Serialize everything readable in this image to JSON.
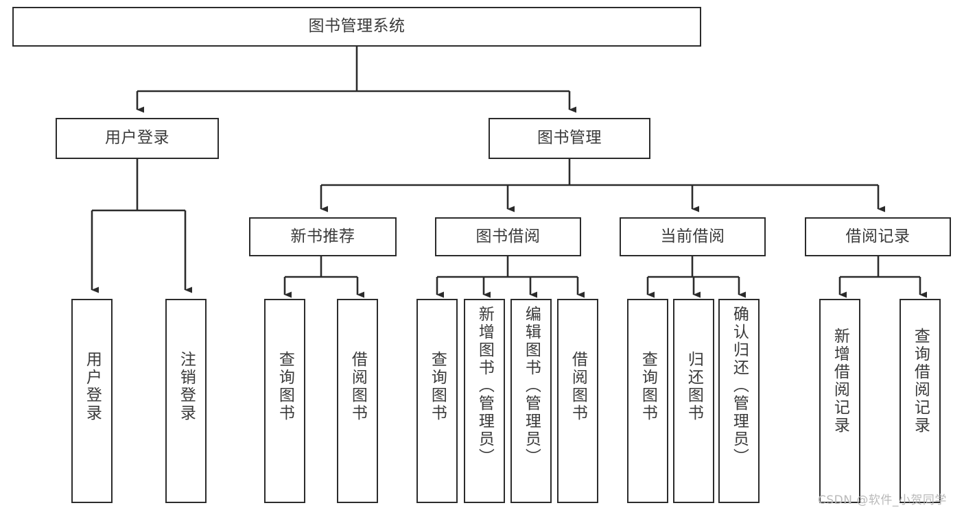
{
  "diagram": {
    "title": "图书管理系统",
    "type": "tree",
    "root": {
      "label": "图书管理系统"
    },
    "level2": [
      {
        "label": "用户登录"
      },
      {
        "label": "图书管理"
      }
    ],
    "level3": [
      {
        "label": "新书推荐"
      },
      {
        "label": "图书借阅"
      },
      {
        "label": "当前借阅"
      },
      {
        "label": "借阅记录"
      }
    ],
    "leaves": {
      "user_login": [
        {
          "label": "用户登录"
        },
        {
          "label": "注销登录"
        }
      ],
      "new_book_recommend": [
        {
          "label": "查询图书"
        },
        {
          "label": "借阅图书"
        }
      ],
      "book_borrow": [
        {
          "label": "查询图书"
        },
        {
          "label": "新增图书（管理员）"
        },
        {
          "label": "编辑图书（管理员）"
        },
        {
          "label": "借阅图书"
        }
      ],
      "current_borrow": [
        {
          "label": "查询图书"
        },
        {
          "label": "归还图书"
        },
        {
          "label": "确认归还（管理员）"
        }
      ],
      "borrow_record": [
        {
          "label": "新增借阅记录"
        },
        {
          "label": "查询借阅记录"
        }
      ]
    }
  },
  "watermark": {
    "text": "CSDN @软件_小贺同学"
  },
  "colors": {
    "stroke": "#2b2b2b",
    "text": "#3a3a3a",
    "background": "#ffffff",
    "watermark": "#b9b9b9"
  }
}
